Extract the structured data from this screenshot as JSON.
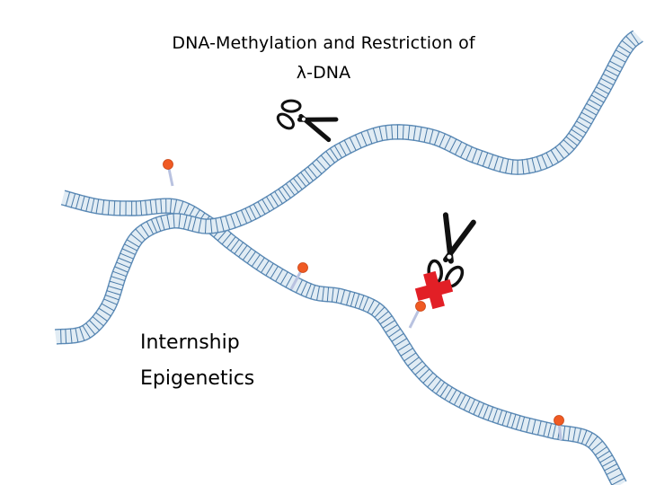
{
  "title": {
    "line1": "DNA-Methylation and Restriction of",
    "line2": "λ-DNA"
  },
  "label": {
    "line1": "Internship",
    "line2": "Epigenetics"
  },
  "colors": {
    "dna_fill": "#e1ecf4",
    "dna_stroke": "#5b8ab6",
    "dna_rung": "#4a7aa7",
    "methyl_head": "#f05a23",
    "methyl_stem": "#b9c2e0",
    "block_cross": "#e21f26",
    "scissors": "#111111"
  },
  "icons": {
    "scissors_top": "scissors-icon",
    "scissors_blocked": "scissors-icon",
    "block": "red-cross-icon",
    "methyl_group": "methyl-pin-icon"
  }
}
